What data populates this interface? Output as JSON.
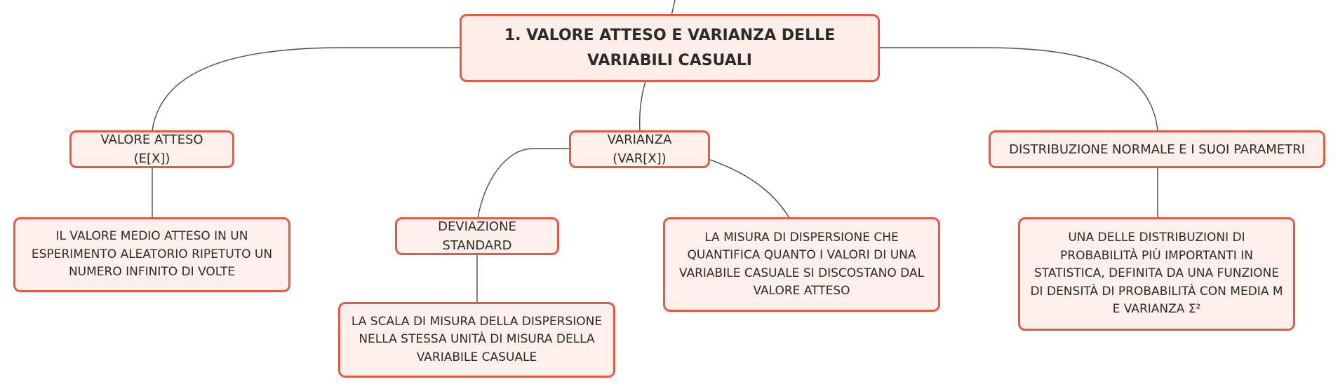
{
  "colors": {
    "node_border": "#e35b43",
    "node_fill": "#fdf0ec",
    "connector": "#4a4a4a",
    "text": "#2b2b2b"
  },
  "root": {
    "label": "1. VALORE ATTESO E VARIANZA DELLE VARIABILI CASUALI"
  },
  "topics": {
    "expected_value": {
      "label": "VALORE ATTESO (E[X])",
      "definition": "IL VALORE MEDIO ATTESO IN UN ESPERIMENTO ALEATORIO RIPETUTO UN NUMERO INFINITO DI VOLTE"
    },
    "variance": {
      "label": "VARIANZA (VAR[X])",
      "definition": "LA MISURA DI DISPERSIONE CHE QUANTIFICA QUANTO I VALORI DI UNA VARIABILE CASUALE SI DISCOSTANO DAL VALORE ATTESO",
      "standard_deviation": {
        "label": "DEVIAZIONE STANDARD",
        "definition": "LA SCALA DI MISURA DELLA DISPERSIONE NELLA STESSA UNITÀ DI MISURA DELLA VARIABILE CASUALE"
      }
    },
    "normal_distribution": {
      "label": "DISTRIBUZIONE NORMALE E I SUOI PARAMETRI",
      "definition": "UNA DELLE DISTRIBUZIONI DI PROBABILITÀ PIÙ IMPORTANTI IN STATISTICA, DEFINITA DA UNA FUNZIONE DI DENSITÀ DI PROBABILITÀ CON MEDIA Μ E VARIANZA Σ²"
    }
  }
}
